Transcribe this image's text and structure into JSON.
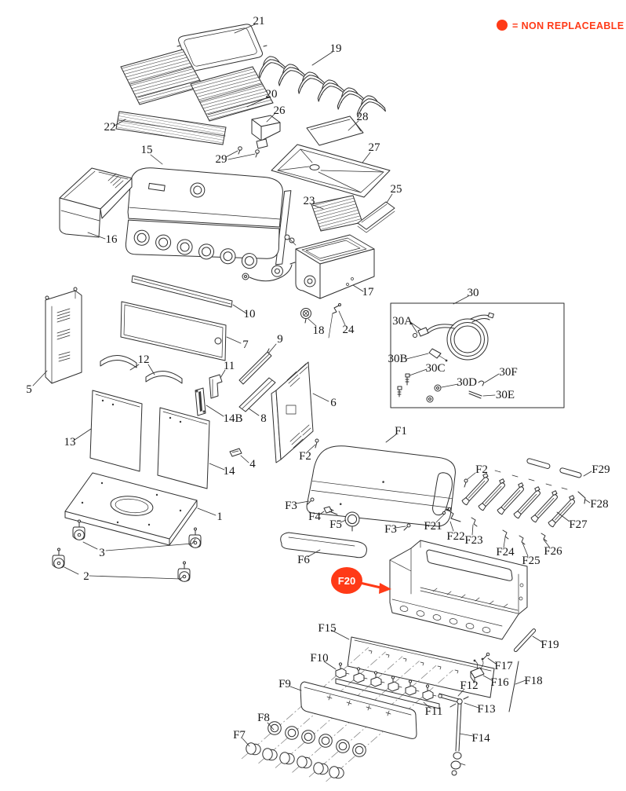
{
  "colors": {
    "accent": "#ff3a17",
    "line": "#2e2e2e"
  },
  "legend": {
    "text": "= NON REPLACEABLE",
    "dot": "dot-icon"
  },
  "highlight_badge": {
    "label": "F20"
  },
  "labels": {
    "1": "1",
    "2": "2",
    "3": "3",
    "4": "4",
    "5": "5",
    "6": "6",
    "7": "7",
    "8": "8",
    "9": "9",
    "10": "10",
    "11": "11",
    "12": "12",
    "13": "13",
    "14": "14",
    "14B": "14B",
    "15": "15",
    "16": "16",
    "17": "17",
    "18": "18",
    "19": "19",
    "20": "20",
    "21": "21",
    "22": "22",
    "23": "23",
    "24": "24",
    "25": "25",
    "26": "26",
    "27": "27",
    "28": "28",
    "29": "29",
    "30": "30",
    "30A": "30A",
    "30B": "30B",
    "30C": "30C",
    "30D": "30D",
    "30E": "30E",
    "30F": "30F",
    "F1": "F1",
    "F2": "F2",
    "F3": "F3",
    "F4": "F4",
    "F5": "F5",
    "F6": "F6",
    "F7": "F7",
    "F8": "F8",
    "F9": "F9",
    "F10": "F10",
    "F11": "F11",
    "F12": "F12",
    "F13": "F13",
    "F14": "F14",
    "F15": "F15",
    "F16": "F16",
    "F17": "F17",
    "F18": "F18",
    "F19": "F19",
    "F20": "F20",
    "F21": "F21",
    "F22": "F22",
    "F23": "F23",
    "F24": "F24",
    "F25": "F25",
    "F26": "F26",
    "F27": "F27",
    "F28": "F28",
    "F29": "F29"
  }
}
